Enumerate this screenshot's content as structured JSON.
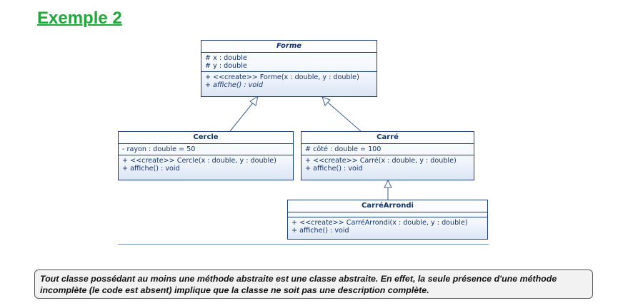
{
  "heading": "Exemple 2",
  "classes": {
    "forme": {
      "name": "Forme",
      "attributes": [
        "# x : double",
        "# y : double"
      ],
      "operations": [
        "+ <<create>> Forme(x : double, y : double)",
        "+ affiche() : void"
      ]
    },
    "cercle": {
      "name": "Cercle",
      "attributes": [
        "- rayon : double = 50"
      ],
      "operations": [
        "+ <<create>> Cercle(x : double, y : double)",
        "+ affiche() : void"
      ]
    },
    "carre": {
      "name": "Carré",
      "attributes": [
        "# côté : double = 100"
      ],
      "operations": [
        "+ <<create>> Carré(x : double, y : double)",
        "+ affiche() : void"
      ]
    },
    "carre_arrondi": {
      "name": "CarréArrondi",
      "operations": [
        "+ <<create>> CarréArrondi(x : double, y : double)",
        "+ affiche() : void"
      ]
    }
  },
  "note": "Tout classe possédant au moins une méthode abstraite est une classe abstraite. En effet, la seule présence d'une méthode incomplète (le code est absent) implique que la classe ne soit pas une description complète.",
  "colors": {
    "heading": "#21a83a",
    "uml_border": "#1e3f7a",
    "uml_text": "#14336b"
  }
}
